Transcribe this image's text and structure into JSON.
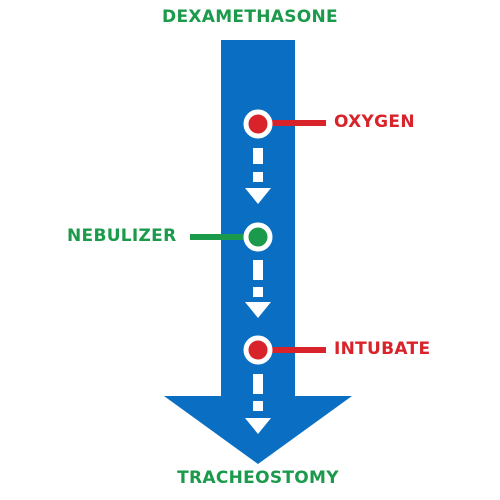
{
  "labels": {
    "top": "DEXAMETHASONE",
    "oxygen": "OXYGEN",
    "nebulizer": "NEBULIZER",
    "intubate": "INTUBATE",
    "bottom": "TRACHEOSTOMY"
  },
  "steps": [
    {
      "name": "oxygen",
      "color": "red",
      "side": "right"
    },
    {
      "name": "nebulizer",
      "color": "green",
      "side": "left"
    },
    {
      "name": "intubate",
      "color": "red",
      "side": "right"
    }
  ],
  "colors": {
    "arrow": "#0a6fc2",
    "red": "#d9232a",
    "green": "#1a9a4a",
    "white": "#ffffff"
  }
}
